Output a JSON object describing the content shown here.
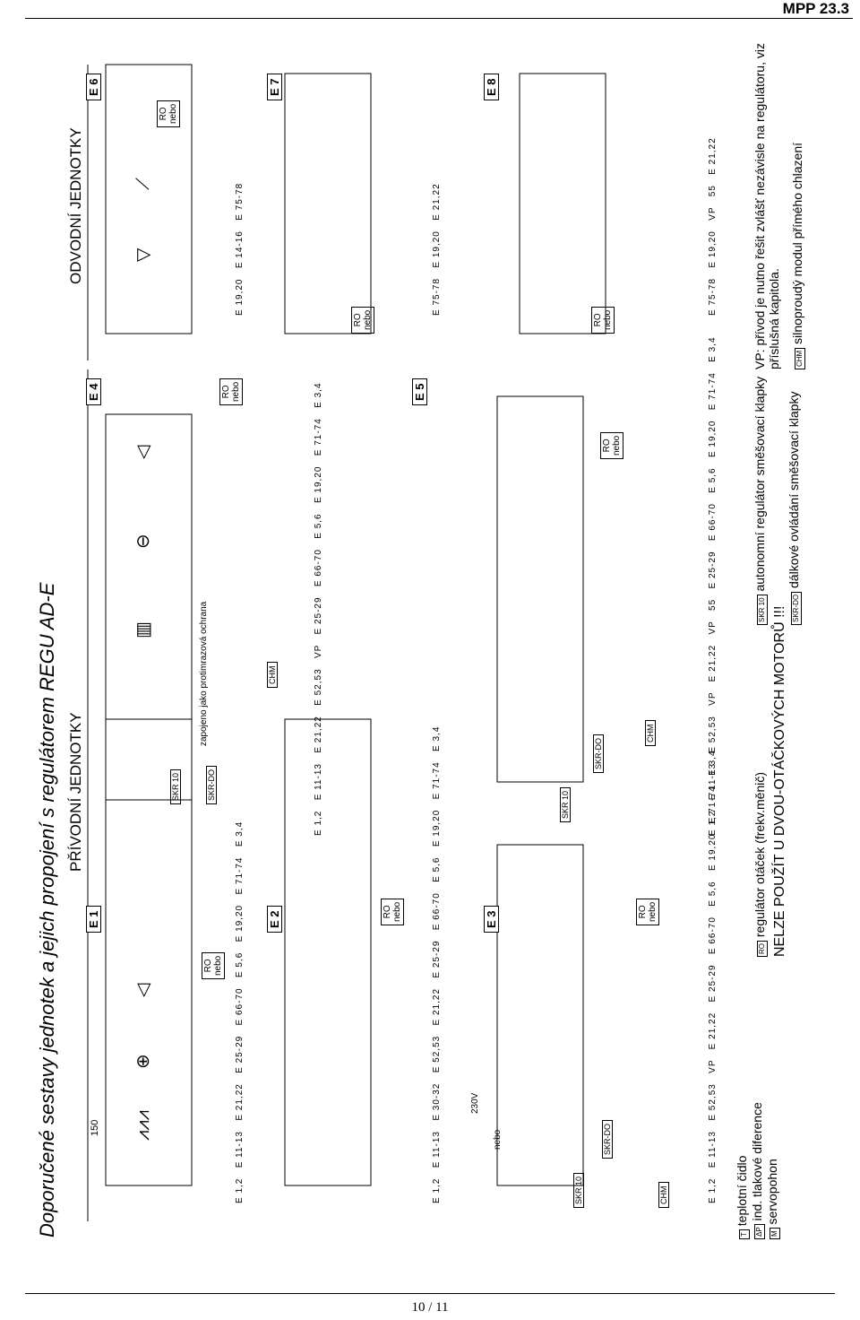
{
  "header": "MPP 23.3",
  "page_number": "10 / 11",
  "title": "Doporučené sestavy jednotek a jejich propojení s regulátorem REGU AD-E",
  "sections": {
    "supply": "PŘÍVODNÍ JEDNOTKY",
    "exhaust": "ODVODNÍ JEDNOTKY"
  },
  "units": [
    {
      "id": "E 1",
      "codes": [
        "E 1,2",
        "E 11-13",
        "E 21,22",
        "E 25-29",
        "E 66-70",
        "E 5,6",
        "E 19,20",
        "E 71-74",
        "E 3,4"
      ]
    },
    {
      "id": "E 2",
      "codes": [
        "E 1,2",
        "E 11-13",
        "E 30-32",
        "E 52,53",
        "E 21,22",
        "E 25-29",
        "E 66-70",
        "E 5,6",
        "E 19,20",
        "E 71-74",
        "E 3,4"
      ]
    },
    {
      "id": "E 3",
      "codes": [
        "E 1,2",
        "E 11-13",
        "E 52,53",
        "VP",
        "E 21,22",
        "E 25-29",
        "E 66-70",
        "E 5,6",
        "E 19,20",
        "E 71-74",
        "E 3,4"
      ]
    },
    {
      "id": "E 4",
      "codes": [
        "E 1,2",
        "E 11-13",
        "E 21,22",
        "E 52,53",
        "VP",
        "E 25-29",
        "E 66-70",
        "E 5,6",
        "E 19,20",
        "E 71-74",
        "E 3,4"
      ]
    },
    {
      "id": "E 5",
      "codes": [
        "E 1,2",
        "E 11-13",
        "E 52,53",
        "VP",
        "E 21,22",
        "VP",
        "55",
        "E 25-29",
        "E 66-70",
        "E 5,6",
        "E 19,20",
        "E 71-74",
        "E 3,4"
      ]
    },
    {
      "id": "E 6",
      "codes": [
        "E 19,20",
        "E 14-16",
        "E 75-78"
      ]
    },
    {
      "id": "E 7",
      "codes": [
        "E 75-78",
        "E 19,20",
        "E 21,22"
      ]
    },
    {
      "id": "E 8",
      "codes": [
        "E 75-78",
        "E 19,20",
        "VP",
        "55",
        "E 21,22"
      ]
    }
  ],
  "labels": {
    "ro": "RO",
    "nebo": "nebo",
    "skr": "SKR 10",
    "skr_do": "SKR-DO",
    "chm": "CHM",
    "frost": "zapojeno jako protimrazová ochrana",
    "v230": "230V",
    "n150": "150"
  },
  "legend": [
    {
      "icon": "T",
      "text": "teplotní čidlo"
    },
    {
      "icon": "ΔP",
      "text": "ind. tlakové diference"
    },
    {
      "icon": "M",
      "text": "servopohon"
    },
    {
      "icon": "RO",
      "text": "regulátor  otáček (frekv.měnič)"
    },
    {
      "icon": "SKR 10",
      "text": "autonomní regulátor směšovací  klapky"
    },
    {
      "icon": "SKR-DO",
      "text": "dálkové ovládání směšovací  klapky"
    },
    {
      "icon": "CHM",
      "text": "silnoproudý  modul přímého chlazení"
    }
  ],
  "warning": "NELZE POUŽÍT U DVOU-OTÁČKOVÝCH MOTORŮ !!!",
  "note": "VP: přívod je nutno řešit zvlášť nezávisle na regulátoru, viz příslušná kapitola."
}
